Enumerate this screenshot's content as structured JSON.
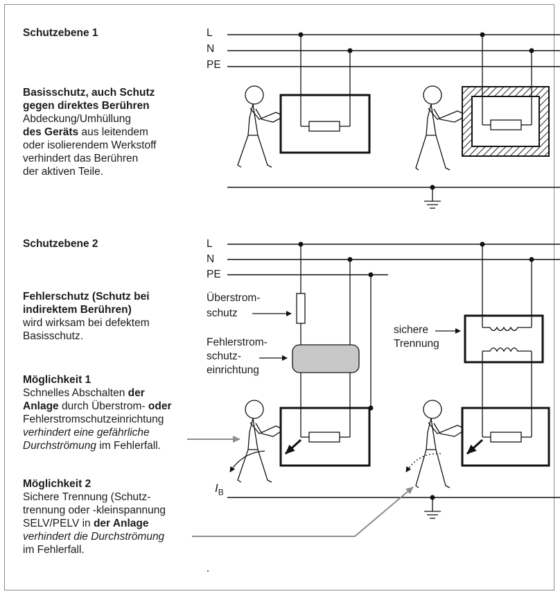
{
  "level1": {
    "title": "Schutzebene 1",
    "heading_line1": "Basisschutz, auch Schutz",
    "heading_line2": "gegen direktes Berühren",
    "body_line1": "Abdeckung/Umhüllung",
    "body_line2_bold": "des Geräts",
    "body_line2_rest": " aus leitendem",
    "body_line3": "oder isolierendem Werkstoff",
    "body_line4": "verhindert das Berühren",
    "body_line5": "der aktiven Teile."
  },
  "level2": {
    "title": "Schutzebene 2",
    "heading_line1": "Fehlerschutz (Schutz bei",
    "heading_line2": "indirektem Berühren)",
    "body_line1": "wird wirksam bei defektem",
    "body_line2": "Basisschutz."
  },
  "option1": {
    "title": "Möglichkeit 1",
    "line1_a": "Schnelles Abschalten ",
    "line1_b": "der",
    "line2_a": "Anlage",
    "line2_b": " durch Überstrom- ",
    "line2_c": "oder",
    "line3": "Fehlerstromschutzeinrichtung",
    "line4": "verhindert eine gefährliche",
    "line5_a": "Durchströmung",
    "line5_b": " im Fehlerfall."
  },
  "option2": {
    "title": "Möglichkeit 2",
    "line1": "Sichere Trennung (Schutz-",
    "line2": "trennung oder -kleinspannung",
    "line3_a": "SELV/PELV in ",
    "line3_b": "der Anlage",
    "line4": "verhindert die Durchströmung",
    "line5": "im Fehlerfall."
  },
  "conductors": {
    "L": "L",
    "N": "N",
    "PE": "PE"
  },
  "labels": {
    "overcurrent_1": "Überstrom-",
    "overcurrent_2": "schutz",
    "rcd_1": "Fehlerstrom-",
    "rcd_2": "schutz-",
    "rcd_3": "einrichtung",
    "isolation_1": "sichere",
    "isolation_2": "Trennung",
    "current_symbol": "I",
    "current_subscript": "B"
  },
  "colors": {
    "rcd_fill": "#c8c8c8",
    "arrow_gray": "#8c8c8c",
    "hatch": "#333333"
  }
}
